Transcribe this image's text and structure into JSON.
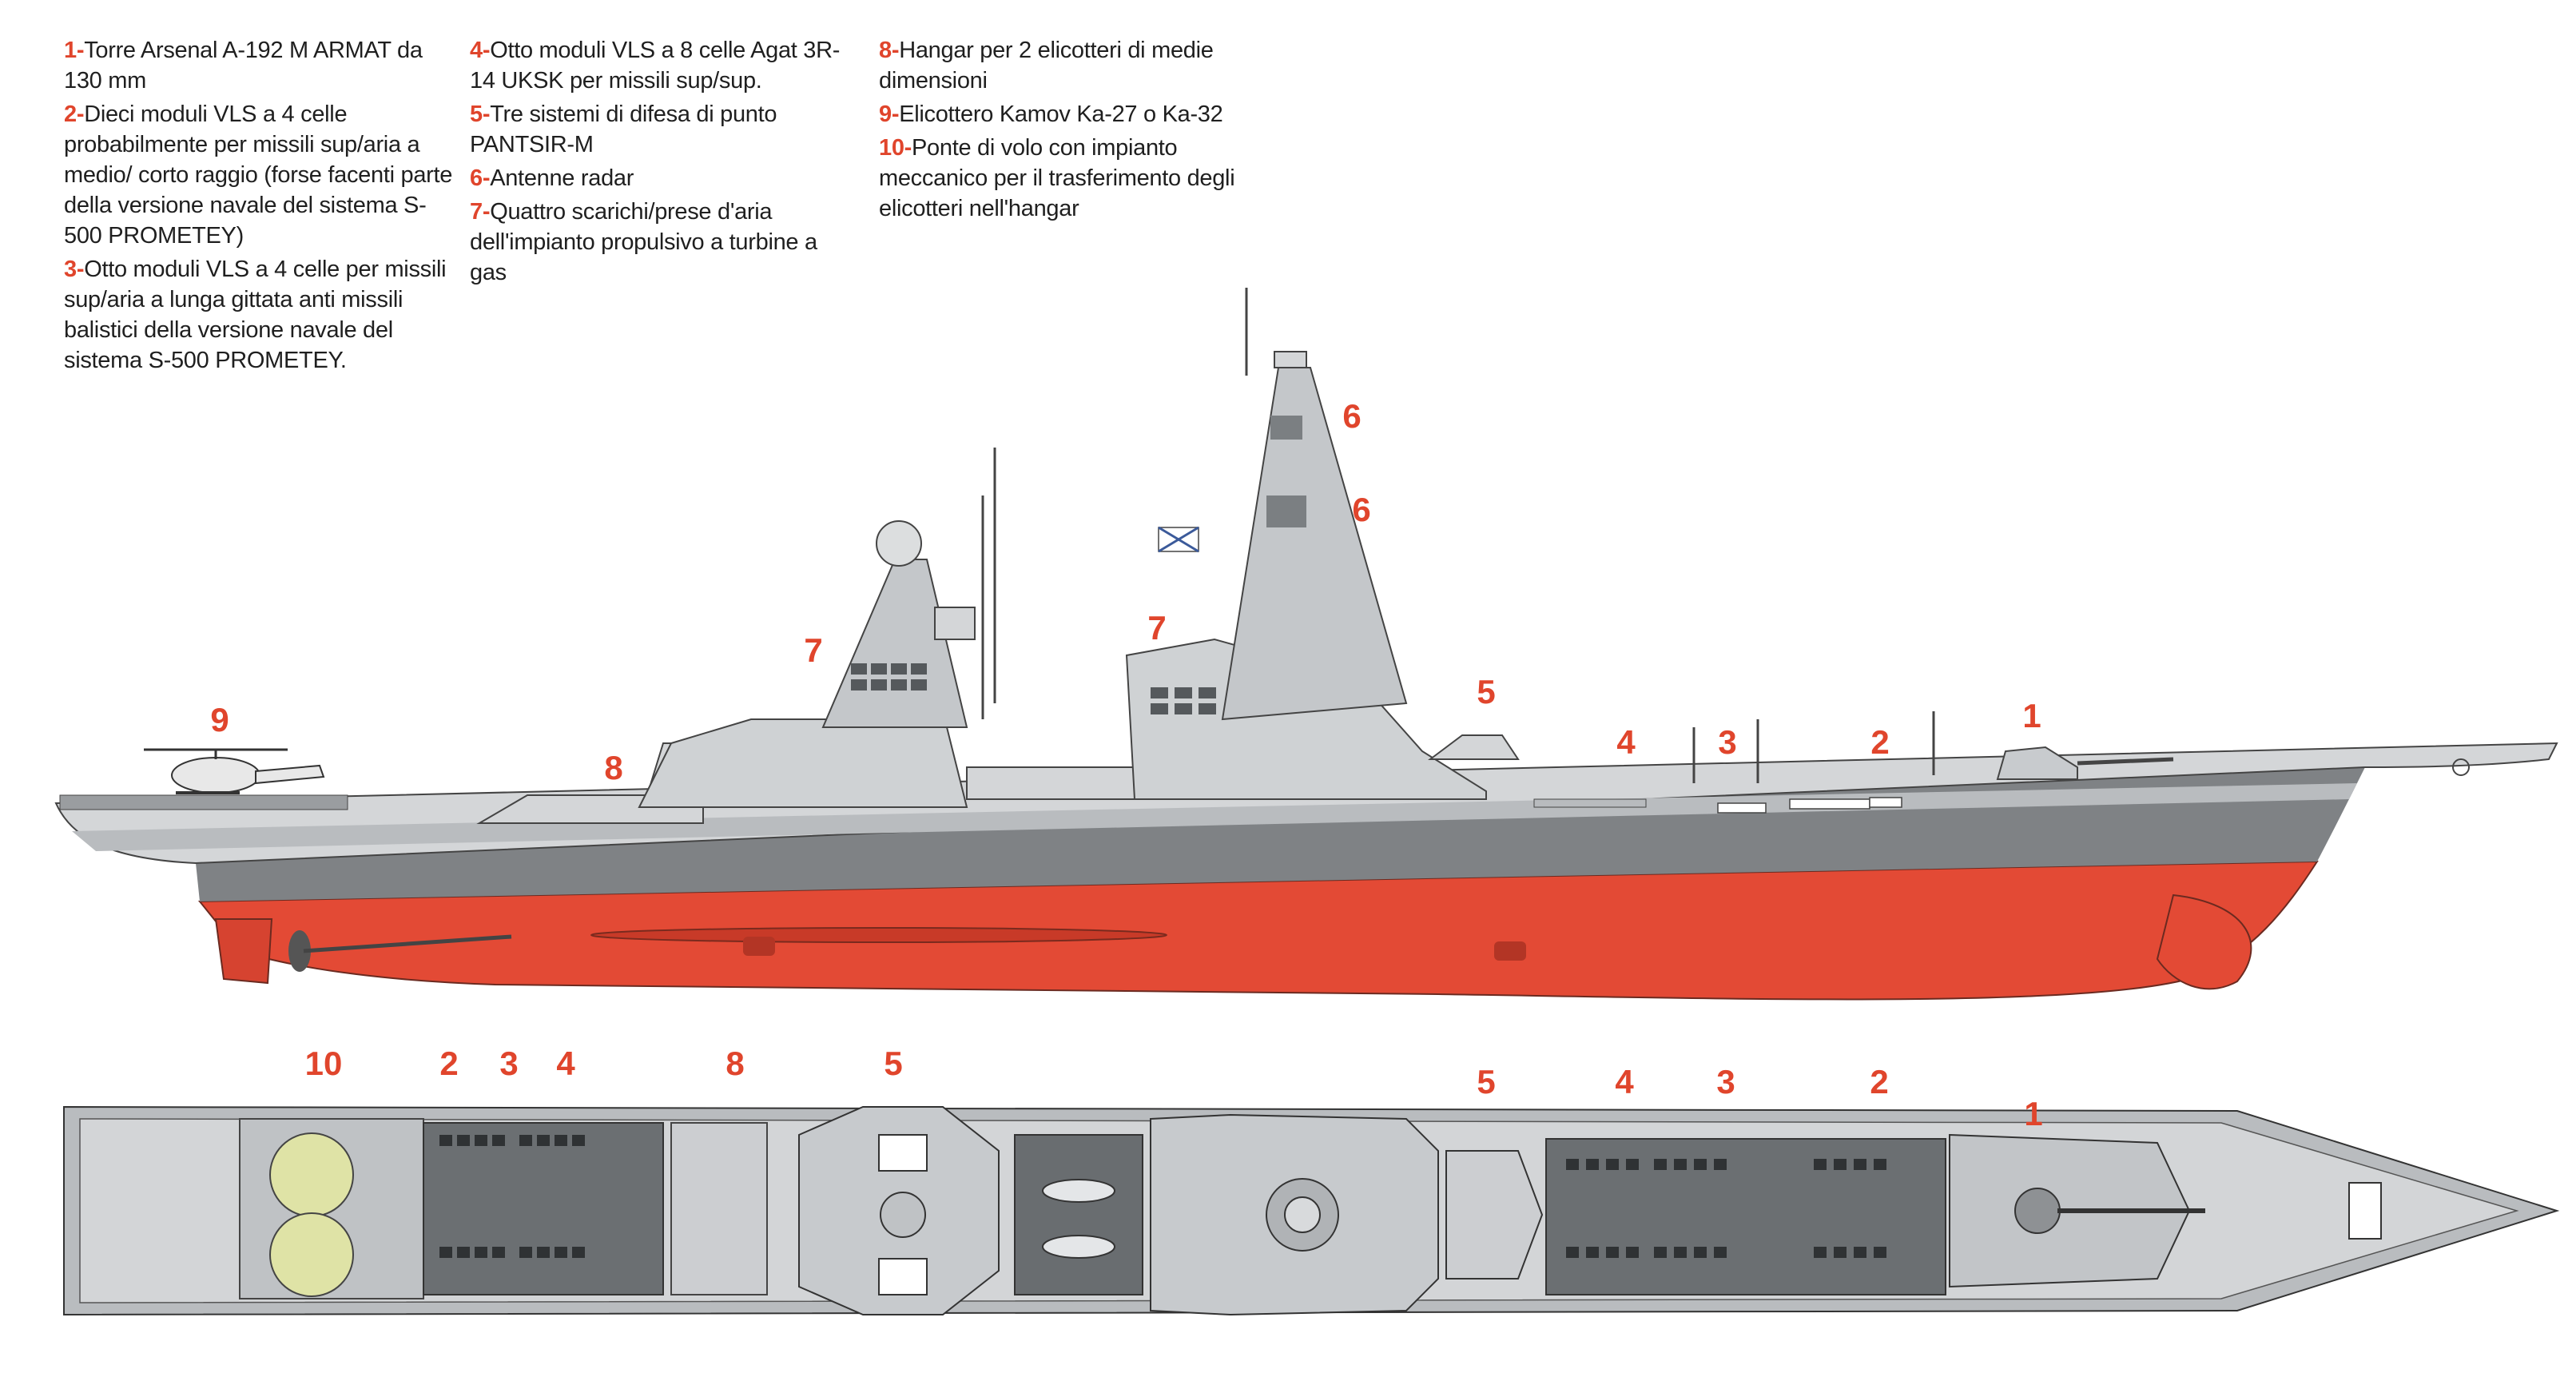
{
  "legend": [
    {
      "num": "1-",
      "text": "Torre Arsenal A-192 M ARMAT da 130 mm"
    },
    {
      "num": "2-",
      "text": "Dieci moduli VLS a 4 celle probabilmente per missili sup/aria a medio/ corto raggio (forse facenti parte della versione navale del sistema S-500 PROMETEY)"
    },
    {
      "num": "3-",
      "text": "Otto moduli VLS a 4 celle per missili sup/aria a lunga gittata anti missili balistici della versione navale del sistema S-500 PROMETEY."
    },
    {
      "num": "4-",
      "text": "Otto moduli VLS a 8 celle Agat 3R-14 UKSK per missili sup/sup."
    },
    {
      "num": "5-",
      "text": "Tre sistemi di difesa di punto PANTSIR-M"
    },
    {
      "num": "6-",
      "text": "Antenne radar"
    },
    {
      "num": "7-",
      "text": "Quattro scarichi/prese d'aria dell'impianto propulsivo a turbine a gas"
    },
    {
      "num": "8-",
      "text": "Hangar per 2 elicotteri di medie dimensioni"
    },
    {
      "num": "9-",
      "text": "Elicottero Kamov Ka-27 o Ka-32"
    },
    {
      "num": "10-",
      "text": "Ponte di volo con impianto meccanico per il trasferimento degli elicotteri nell'hangar"
    }
  ],
  "side_labels": {
    "l9": "9",
    "l8": "8",
    "l7a": "7",
    "l7b": "7",
    "l6a": "6",
    "l6b": "6",
    "l5": "5",
    "l4": "4",
    "l3": "3",
    "l2": "2",
    "l1": "1"
  },
  "top_labels": {
    "t10": "10",
    "t2a": "2",
    "t3a": "3",
    "t4a": "4",
    "t8": "8",
    "t5a": "5",
    "t5b": "5",
    "t4b": "4",
    "t3b": "3",
    "t2b": "2",
    "t1": "1"
  },
  "colors": {
    "accent": "#e0452c",
    "hull_red": "#e34a35",
    "hull_grey": "#c9cbcd",
    "deck_dark": "#55595c"
  }
}
